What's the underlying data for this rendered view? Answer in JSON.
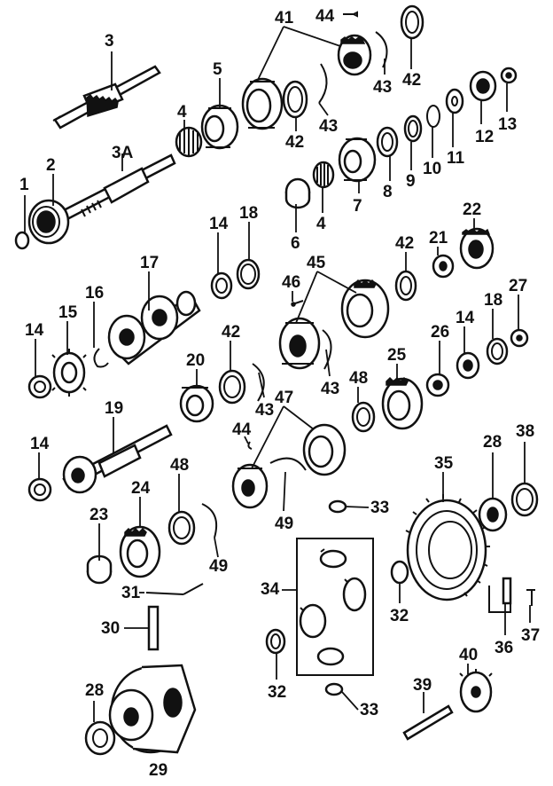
{
  "diagram": {
    "callouts": {
      "c1": "1",
      "c2": "2",
      "c3": "3",
      "c3a": "3A",
      "c4a": "4",
      "c4b": "4",
      "c5": "5",
      "c6": "6",
      "c7": "7",
      "c8": "8",
      "c9": "9",
      "c10": "10",
      "c11": "11",
      "c12": "12",
      "c13": "13",
      "c14a": "14",
      "c14b": "14",
      "c14c": "14",
      "c14d": "14",
      "c15": "15",
      "c16": "16",
      "c17": "17",
      "c18a": "18",
      "c18b": "18",
      "c19": "19",
      "c20": "20",
      "c21": "21",
      "c22": "22",
      "c23": "23",
      "c24": "24",
      "c25": "25",
      "c26": "26",
      "c27": "27",
      "c28a": "28",
      "c28b": "28",
      "c29": "29",
      "c30": "30",
      "c31": "31",
      "c32a": "32",
      "c32b": "32",
      "c33a": "33",
      "c33b": "33",
      "c34": "34",
      "c35": "35",
      "c36": "36",
      "c37": "37",
      "c38": "38",
      "c39": "39",
      "c40": "40",
      "c41": "41",
      "c42a": "42",
      "c42b": "42",
      "c42c": "42",
      "c42d": "42",
      "c43a": "43",
      "c43b": "43",
      "c43c": "43",
      "c43d": "43",
      "c44a": "44",
      "c44b": "44",
      "c45": "45",
      "c46": "46",
      "c47": "47",
      "c48a": "48",
      "c48b": "48",
      "c49a": "49",
      "c49b": "49"
    }
  }
}
